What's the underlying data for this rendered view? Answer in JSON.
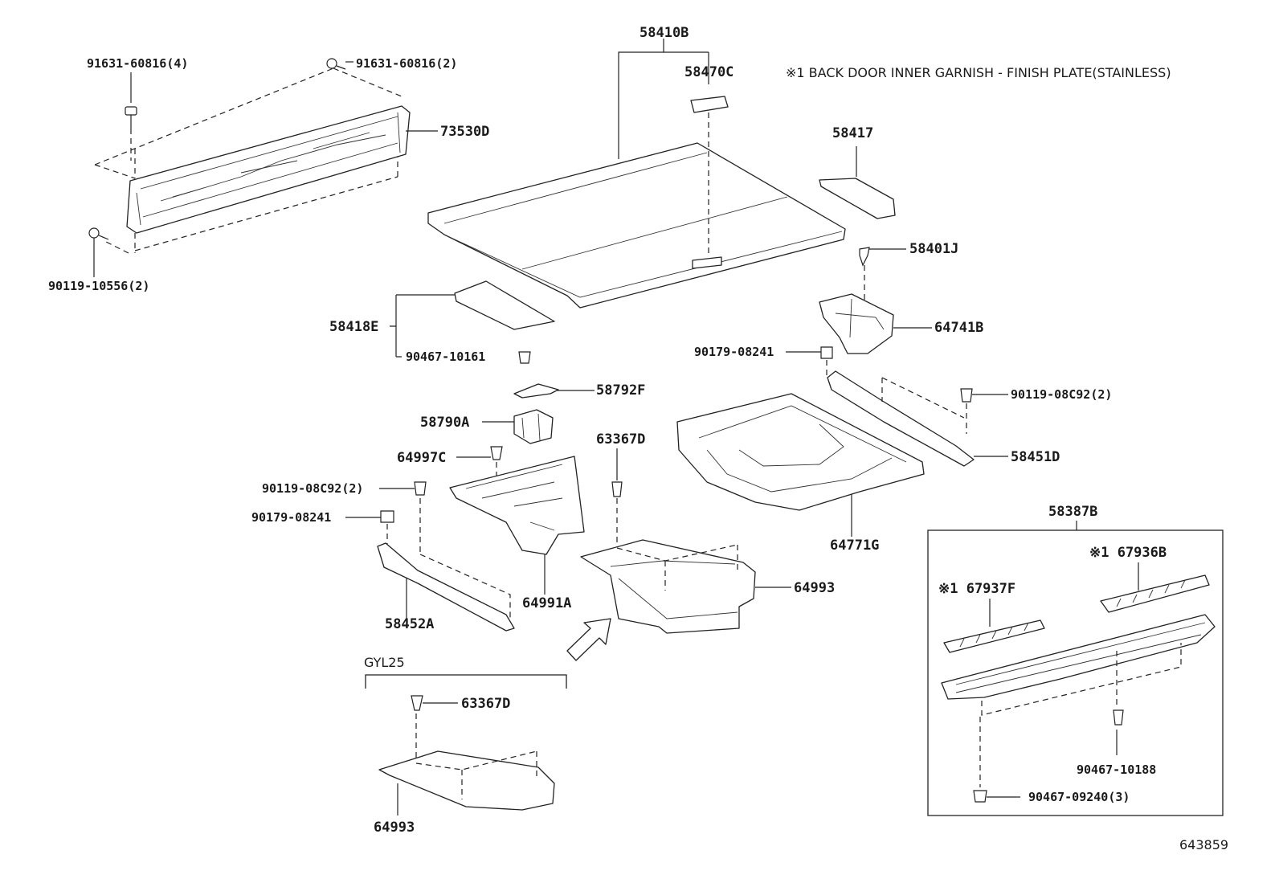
{
  "note": "※1 BACK DOOR INNER GARNISH - FINISH PLATE(STAINLESS)",
  "figure_id": "643859",
  "variant_label": "GYL25",
  "parts": {
    "p58410B": "58410B",
    "p58470C": "58470C",
    "p91631_4": "91631-60816(4)",
    "p91631_2": "91631-60816(2)",
    "p73530D": "73530D",
    "p90119_10556": "90119-10556(2)",
    "p58417": "58417",
    "p58401J": "58401J",
    "p64741B": "64741B",
    "p58418E": "58418E",
    "p90467_10161": "90467-10161",
    "p90179_08241_r": "90179-08241",
    "p90119_08C92_r": "90119-08C92(2)",
    "p58792F": "58792F",
    "p58790A": "58790A",
    "p63367D": "63367D",
    "p64997C": "64997C",
    "p58451D": "58451D",
    "p90119_08C92_l": "90119-08C92(2)",
    "p90179_08241_l": "90179-08241",
    "p64771G": "64771G",
    "p58387B": "58387B",
    "p67936B": "※1 67936B",
    "p67937F": "※1 67937F",
    "p64993": "64993",
    "p64991A": "64991A",
    "p58452A": "58452A",
    "p63367D_b": "63367D",
    "p64993_b": "64993",
    "p90467_10188": "90467-10188",
    "p90467_09240": "90467-09240(3)"
  }
}
